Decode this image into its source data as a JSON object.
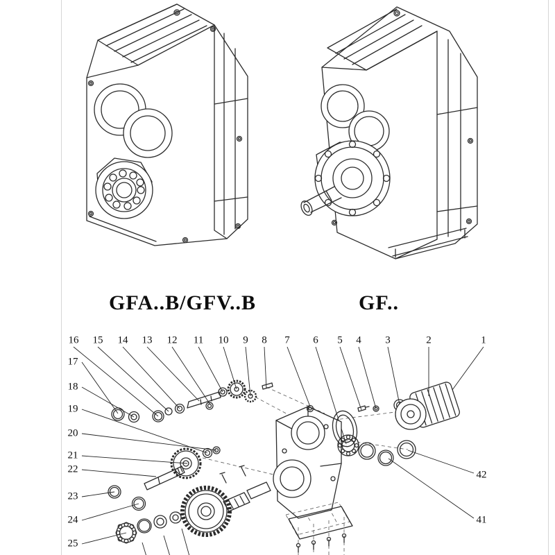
{
  "palette": {
    "ink": "#2b2b2b",
    "paper": "#ffffff"
  },
  "figures": {
    "left_label": "GFA..B/GFV..B",
    "right_label": "GF.."
  },
  "exploded": {
    "top": [
      "16",
      "15",
      "14",
      "13",
      "12",
      "11",
      "10",
      "9",
      "8",
      "7",
      "6",
      "5",
      "4",
      "3",
      "2",
      "1"
    ],
    "left": [
      "17",
      "18",
      "19",
      "20",
      "21",
      "22",
      "23",
      "24",
      "25"
    ],
    "right": [
      "42",
      "41"
    ]
  }
}
